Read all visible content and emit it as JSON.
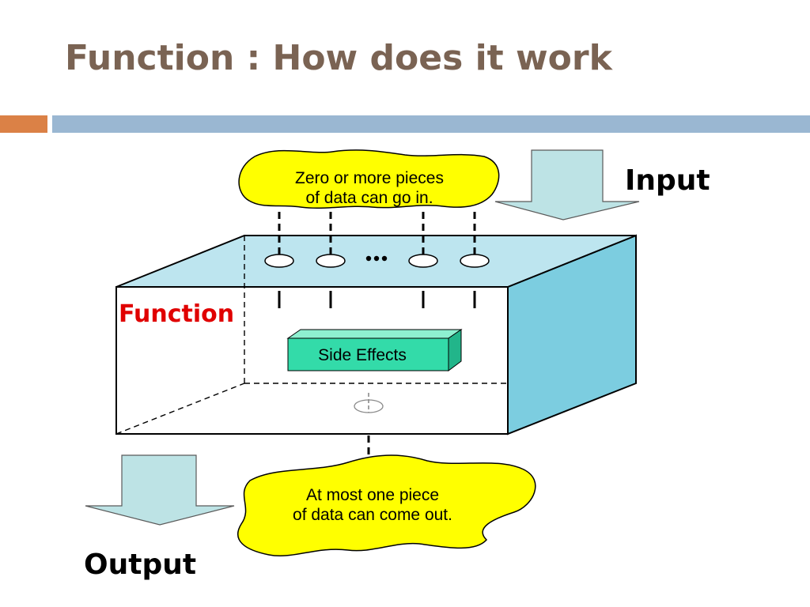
{
  "title": "Function : How does it work",
  "labels": {
    "input": "Input",
    "output": "Output",
    "function": "Function"
  },
  "clouds": {
    "input_line1": "Zero or more pieces",
    "input_line2": "of data can go in.",
    "output_line1": "At most one piece",
    "output_line2": "of data can come out."
  },
  "side_effects": "Side Effects",
  "colors": {
    "title": "#7a6353",
    "accent_orange": "#db8146",
    "accent_blue": "#9ab7d2",
    "cloud_fill": "#ffff00",
    "box_top": "#bde5ef",
    "box_side": "#7ccde0",
    "arrow_fill": "#bde3e5",
    "side_effects_fill": "#33dba9",
    "function_label": "#e00000"
  }
}
